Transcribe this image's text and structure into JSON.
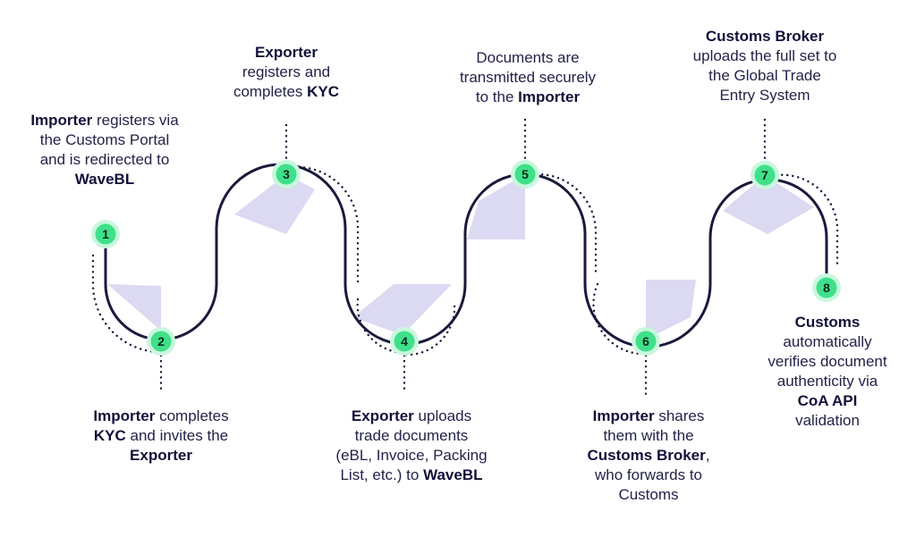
{
  "colors": {
    "path": "#1a1a3d",
    "wedge": "#dcd9f2",
    "node_fill": "#3fe08a",
    "node_glow": "#c9f7dd",
    "dots": "#1a1a3d"
  },
  "steps": [
    {
      "number": "1",
      "parts": [
        {
          "t": "Importer",
          "b": true
        },
        {
          "t": " registers via",
          "b": false
        },
        {
          "br": true
        },
        {
          "t": "the Customs Portal",
          "b": false
        },
        {
          "br": true
        },
        {
          "t": "and is redirected to",
          "b": false
        },
        {
          "br": true
        },
        {
          "t": "WaveBL",
          "b": true
        }
      ]
    },
    {
      "number": "2",
      "parts": [
        {
          "t": "Importer",
          "b": true
        },
        {
          "t": " completes",
          "b": false
        },
        {
          "br": true
        },
        {
          "t": "KYC",
          "b": true
        },
        {
          "t": " and invites the",
          "b": false
        },
        {
          "br": true
        },
        {
          "t": "Exporter",
          "b": true
        }
      ]
    },
    {
      "number": "3",
      "parts": [
        {
          "t": "Exporter",
          "b": true
        },
        {
          "br": true
        },
        {
          "t": "registers and",
          "b": false
        },
        {
          "br": true
        },
        {
          "t": "completes ",
          "b": false
        },
        {
          "t": "KYC",
          "b": true
        }
      ]
    },
    {
      "number": "4",
      "parts": [
        {
          "t": "Exporter",
          "b": true
        },
        {
          "t": " uploads",
          "b": false
        },
        {
          "br": true
        },
        {
          "t": "trade documents",
          "b": false
        },
        {
          "br": true
        },
        {
          "t": "(eBL, Invoice, Packing",
          "b": false
        },
        {
          "br": true
        },
        {
          "t": "List, etc.) to ",
          "b": false
        },
        {
          "t": "WaveBL",
          "b": true
        }
      ]
    },
    {
      "number": "5",
      "parts": [
        {
          "t": "Documents are",
          "b": false
        },
        {
          "br": true
        },
        {
          "t": "transmitted securely",
          "b": false
        },
        {
          "br": true
        },
        {
          "t": "to the ",
          "b": false
        },
        {
          "t": "Importer",
          "b": true
        }
      ]
    },
    {
      "number": "6",
      "parts": [
        {
          "t": "Importer",
          "b": true
        },
        {
          "t": " shares",
          "b": false
        },
        {
          "br": true
        },
        {
          "t": "them with the",
          "b": false
        },
        {
          "br": true
        },
        {
          "t": "Customs Broker",
          "b": true
        },
        {
          "t": ",",
          "b": false
        },
        {
          "br": true
        },
        {
          "t": "who forwards to",
          "b": false
        },
        {
          "br": true
        },
        {
          "t": "Customs",
          "b": false
        }
      ]
    },
    {
      "number": "7",
      "parts": [
        {
          "t": "Customs Broker",
          "b": true
        },
        {
          "br": true
        },
        {
          "t": "uploads the full set to",
          "b": false
        },
        {
          "br": true
        },
        {
          "t": "the Global Trade",
          "b": false
        },
        {
          "br": true
        },
        {
          "t": "Entry System",
          "b": false
        }
      ]
    },
    {
      "number": "8",
      "parts": [
        {
          "t": "Customs",
          "b": true
        },
        {
          "br": true
        },
        {
          "t": "automatically",
          "b": false
        },
        {
          "br": true
        },
        {
          "t": "verifies document",
          "b": false
        },
        {
          "br": true
        },
        {
          "t": "authenticity via",
          "b": false
        },
        {
          "br": true
        },
        {
          "t": "CoA API",
          "b": true
        },
        {
          "br": true
        },
        {
          "t": "validation",
          "b": false
        }
      ]
    }
  ]
}
